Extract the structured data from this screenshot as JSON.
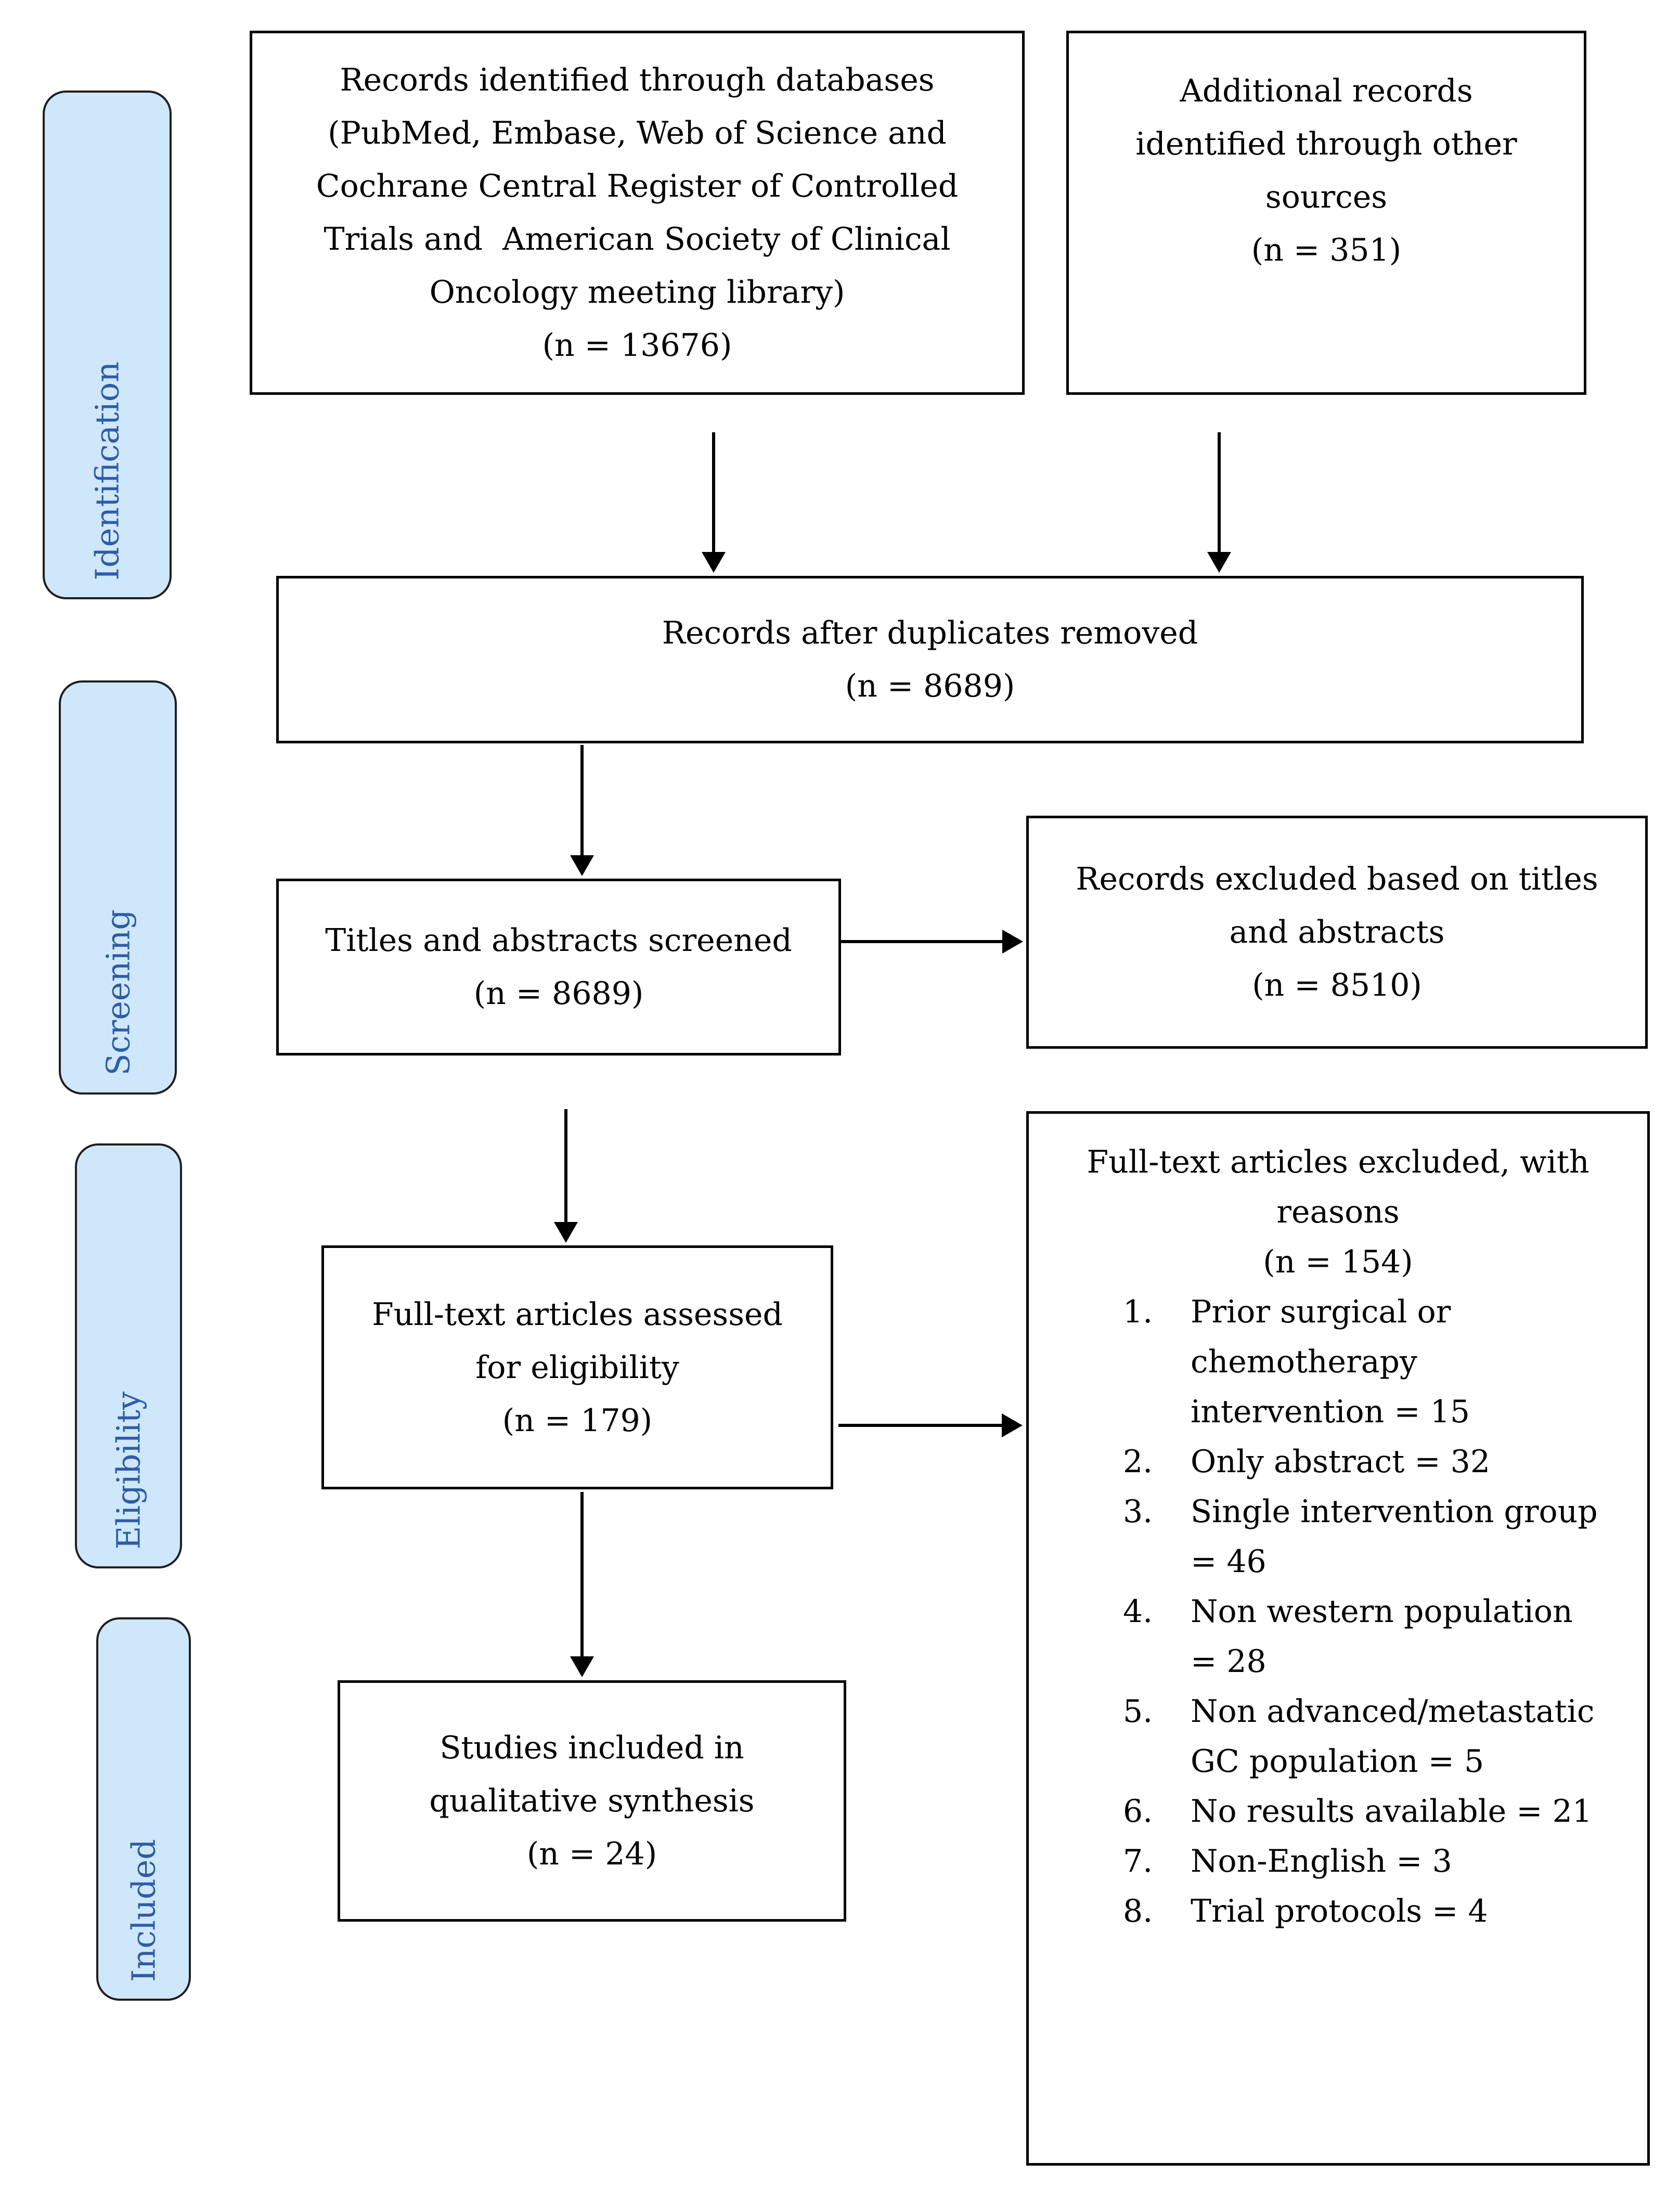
{
  "diagram": {
    "type": "prisma-flow",
    "colors": {
      "stage_fill": "#cfe7fb",
      "stage_border": "#1f1f1f",
      "stage_text": "#2e5ca8",
      "box_fill": "#ffffff",
      "box_border": "#000000",
      "arrow": "#000000",
      "text": "#000000",
      "background": "#ffffff"
    },
    "stages": [
      {
        "label": "Identification"
      },
      {
        "label": "Screening"
      },
      {
        "label": "Eligibility"
      },
      {
        "label": "Included"
      }
    ],
    "boxes": {
      "records_identified": {
        "lines": [
          "Records identified through databases",
          "(PubMed, Embase, Web of Science and",
          "Cochrane Central Register of Controlled",
          "Trials and  American Society of Clinical",
          "Oncology meeting library)",
          "(n = 13676)"
        ]
      },
      "additional_records": {
        "lines": [
          "Additional records",
          "identified through other",
          "sources",
          "(n = 351)"
        ]
      },
      "after_duplicates": {
        "lines": [
          "Records after duplicates removed",
          "(n = 8689)"
        ]
      },
      "titles_screened": {
        "lines": [
          "Titles and abstracts screened",
          "(n = 8689)"
        ]
      },
      "records_excluded_titles": {
        "lines": [
          "Records excluded based on titles",
          "and abstracts",
          "(n = 8510)"
        ]
      },
      "fulltext_assessed": {
        "lines": [
          "Full-text articles assessed",
          "for eligibility",
          "(n = 179)"
        ]
      },
      "studies_included": {
        "lines": [
          "Studies included in",
          "qualitative synthesis",
          "(n = 24)"
        ]
      },
      "fulltext_excluded": {
        "header_lines": [
          "Full-text articles excluded, with",
          "reasons",
          "(n = 154)"
        ],
        "reasons": [
          {
            "num": "1.",
            "lines": [
              "Prior surgical or",
              "chemotherapy",
              "intervention = 15"
            ]
          },
          {
            "num": "2.",
            "lines": [
              "Only abstract = 32"
            ]
          },
          {
            "num": "3.",
            "lines": [
              "Single intervention group",
              "= 46"
            ]
          },
          {
            "num": "4.",
            "lines": [
              "Non western population",
              "= 28"
            ]
          },
          {
            "num": "5.",
            "lines": [
              "Non advanced/metastatic",
              "GC population = 5"
            ]
          },
          {
            "num": "6.",
            "lines": [
              "No results available = 21"
            ]
          },
          {
            "num": "7.",
            "lines": [
              "Non-English = 3"
            ]
          },
          {
            "num": "8.",
            "lines": [
              "Trial protocols = 4"
            ]
          }
        ]
      }
    }
  }
}
